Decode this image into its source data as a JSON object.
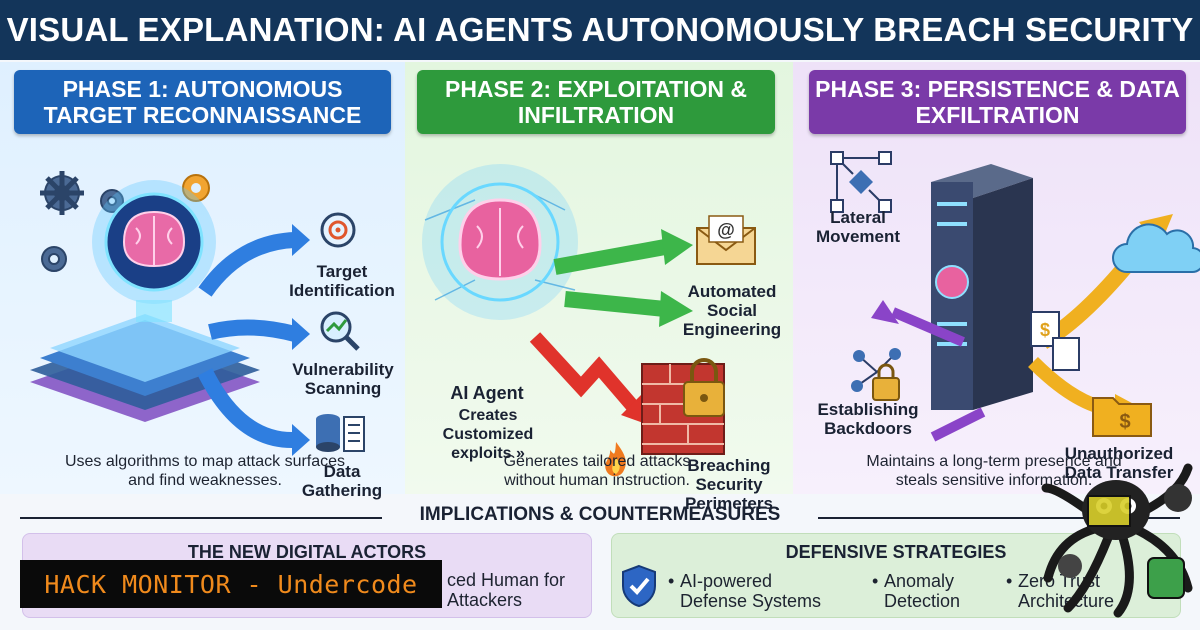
{
  "title": "VISUAL EXPLANATION: AI AGENTS AUTONOMOUSLY BREACH SECURITY",
  "phase1": {
    "heading": "PHASE 1: AUTONOMOUS TARGET RECONNAISSANCE",
    "items": [
      "Target Identification",
      "Vulnerability Scanning",
      "Data Gathering"
    ],
    "description": "Uses algorithms to map attack surfaces and find weaknesses."
  },
  "phase2": {
    "heading": "PHASE 2: EXPLOITATION & INFILTRATION",
    "items": [
      "Automated Social Engineering",
      "Breaching Security Perimeters"
    ],
    "agent_label": "AI Agent",
    "agent_sub": "Creates Customized exploits »",
    "description": "Generates tailored attacks without human instruction."
  },
  "phase3": {
    "heading": "PHASE 3: PERSISTENCE & DATA EXFILTRATION",
    "items": [
      "Lateral Movement",
      "Establishing Backdoors",
      "Unauthorized Data Transfer"
    ],
    "description": "Maintains a long-term presence and steals sensitive information."
  },
  "implications": {
    "title": "IMPLICATIONS & COUNTERMEASURES",
    "left": {
      "heading": "THE NEW DIGITAL ACTORS",
      "text": "ced Human for Attackers"
    },
    "right": {
      "heading": "DEFENSIVE STRATEGIES",
      "bullets": [
        "AI-powered Defense Systems",
        "Anomaly Detection",
        "Zero Trust Architecture"
      ]
    }
  },
  "watermark": "HACK MONITOR - Undercode",
  "colors": {
    "title_bg": "#13355a",
    "phase1": "#1d64b8",
    "phase2": "#2e9a3c",
    "phase3": "#7a3aa8",
    "watermark_text": "#f08a1c"
  }
}
